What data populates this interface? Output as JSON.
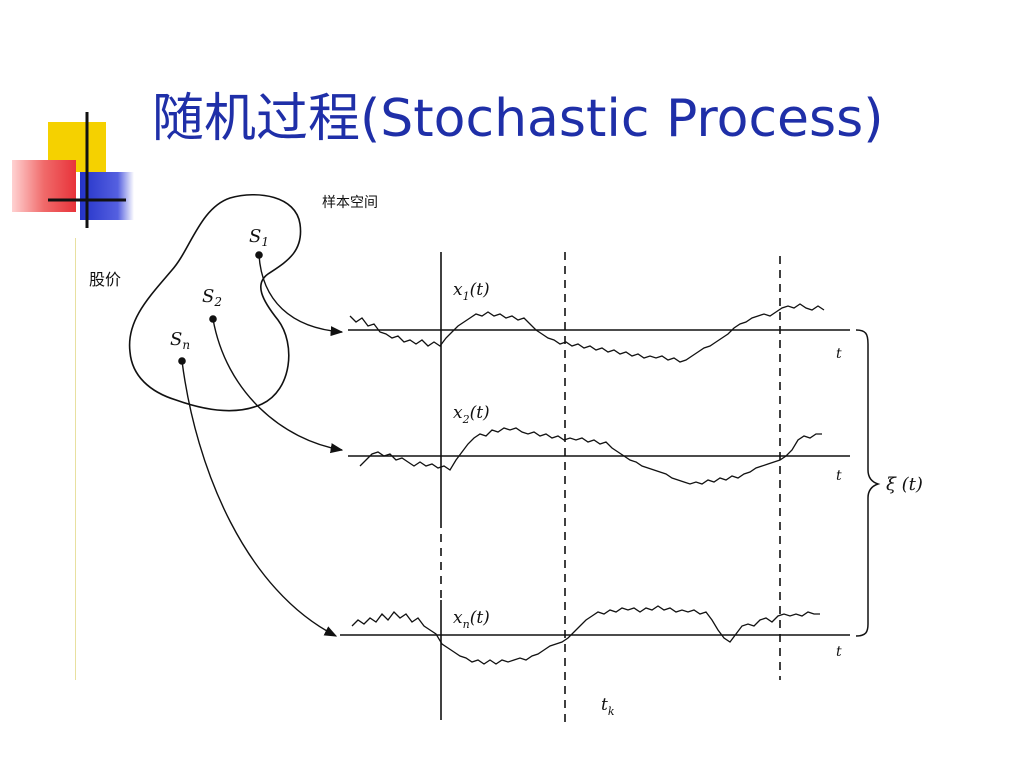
{
  "slide": {
    "title": "随机过程(Stochastic Process)",
    "side_label": "股价"
  },
  "diagram": {
    "sample_space_label": "样本空间",
    "samples": [
      {
        "sub": "1",
        "base": "S"
      },
      {
        "sub": "2",
        "base": "S"
      },
      {
        "sub": "n",
        "base": "S"
      }
    ],
    "process_labels": [
      {
        "base": "x",
        "sub": "1",
        "arg": "(t)"
      },
      {
        "base": "x",
        "sub": "2",
        "arg": "(t)"
      },
      {
        "base": "x",
        "sub": "n",
        "arg": "(t)"
      }
    ],
    "time_axis_label": "t",
    "tk_label": {
      "base": "t",
      "sub": "k"
    },
    "xi_label": "ξ (t)"
  },
  "colors": {
    "title": "#1f2fa8",
    "logo_yellow": "#f5d100",
    "logo_blue": "#2433c9",
    "logo_red": "#e8333a"
  }
}
